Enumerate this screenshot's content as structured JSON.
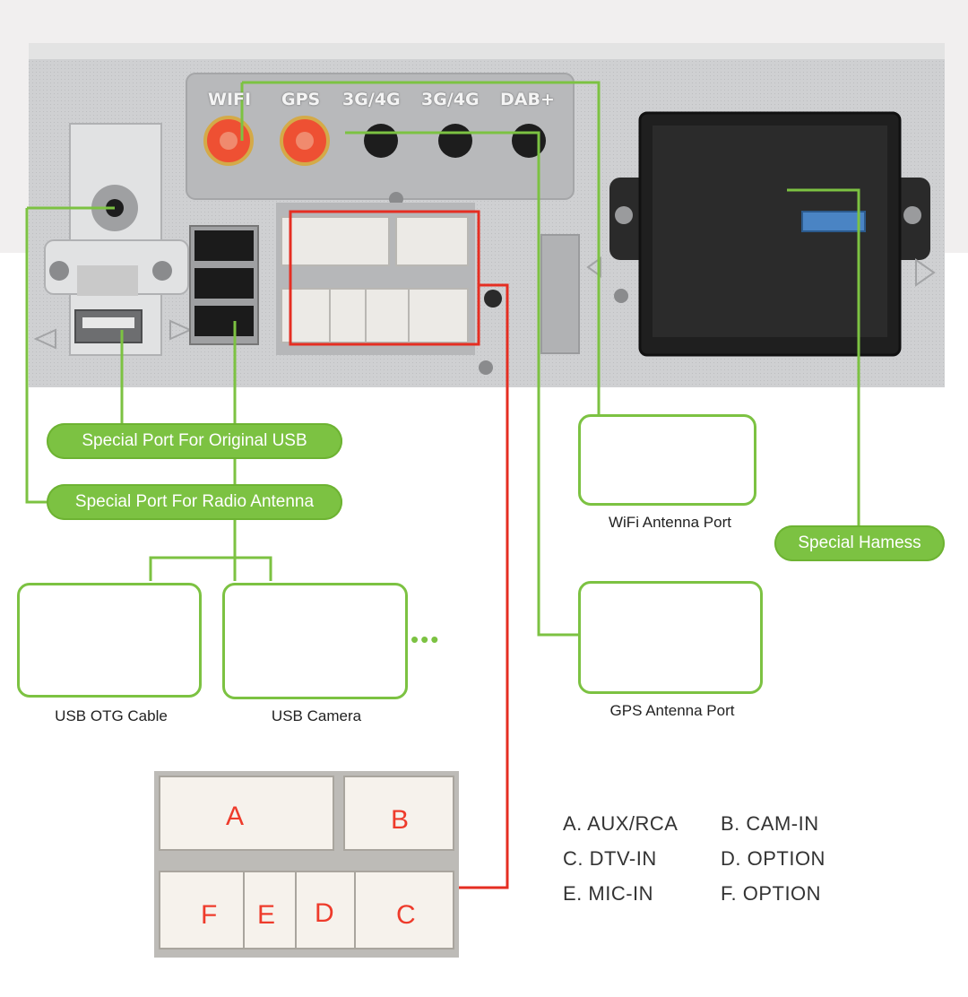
{
  "antenna_labels": [
    "WIFI",
    "GPS",
    "3G/4G",
    "3G/4G",
    "DAB+"
  ],
  "callouts": {
    "usb": "Special Port For Original USB",
    "radio": "Special Port For Radio Antenna",
    "harness": "Special Hamess"
  },
  "accessories": {
    "wifi": "WiFi Antenna Port",
    "gps": "GPS Antenna Port",
    "otg": "USB OTG Cable",
    "camera": "USB Camera",
    "more": "•••"
  },
  "connector_letters": {
    "a": "A",
    "b": "B",
    "c": "C",
    "d": "D",
    "e": "E",
    "f": "F"
  },
  "legend": [
    [
      "A. AUX/RCA",
      "B. CAM-IN"
    ],
    [
      "C. DTV-IN",
      "D. OPTION"
    ],
    [
      "E. MIC-IN",
      "F. OPTION"
    ]
  ],
  "colors": {
    "accent_green": "#7cc242",
    "highlight_red": "#e52e22",
    "plug_red": "#ee5033",
    "panel": "#c9cacc"
  }
}
